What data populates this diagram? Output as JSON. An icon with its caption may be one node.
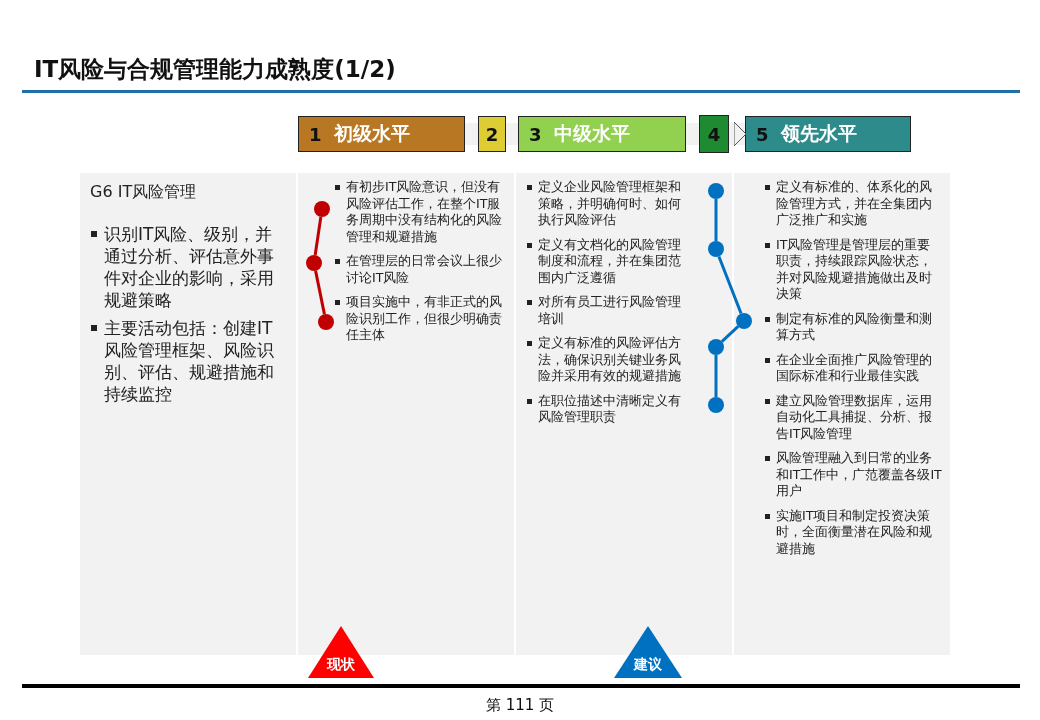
{
  "diagram": {
    "title": "IT风险与合规管理能力成熟度(1/2)",
    "nodes": [
      {
        "text": [
          "1",
          "初级水平"
        ]
      },
      {
        "text": [
          "2"
        ]
      },
      {
        "text": [
          "3",
          "中级水平"
        ]
      },
      {
        "text": [
          "4"
        ]
      },
      {
        "text": [
          "5",
          "领先水平"
        ]
      },
      {
        "text": [
          "G6 IT风险管理",
          "识别IT风险、级别，并通过分析、评估意外事件对企业的影响，采用规避策略",
          "主要活动包括：创建IT风险管理框架、风险识别、评估、规避措施和持续监控"
        ]
      },
      {
        "text": [
          "有初步IT风险意识，但没有风险评估工作，在整个IT服务周期中没有结构化的风险管理和规避措施",
          "在管理层的日常会议上很少讨论IT风险",
          "项目实施中，有非正式的风险识别工作，但很少明确责任主体"
        ]
      },
      {
        "text": [
          "定义企业风险管理框架和策略，并明确何时、如何执行风险评估",
          "定义有文档化的风险管理制度和流程，并在集团范围内广泛遵循",
          "对所有员工进行风险管理培训",
          "定义有标准的风险评估方法，确保识别关键业务风险并采用有效的规避措施",
          "在职位描述中清晰定义有风险管理职责"
        ]
      },
      {
        "text": [
          "定义有标准的、体系化的风险管理方式，并在全集团内广泛推广和实施",
          "IT风险管理是管理层的重要职责，持续跟踪风险状态，并对风险规避措施做出及时决策",
          "制定有标准的风险衡量和测算方式",
          "在企业全面推广风险管理的国际标准和行业最佳实践",
          "建立风险管理数据库，运用自动化工具捕捉、分析、报告IT风险管理",
          "风险管理融入到日常的业务和IT工作中，广范覆盖各级IT用户",
          "实施IT项目和制定投资决策时，全面衡量潜在风险和规避措施"
        ]
      },
      {
        "text": [],
        "shape": "circle",
        "in": 6
      },
      {
        "text": [],
        "shape": "circle",
        "in": 6
      },
      {
        "text": [],
        "shape": "circle",
        "in": 6
      },
      {
        "text": [],
        "shape": "circle",
        "in": 7
      },
      {
        "text": [],
        "shape": "circle",
        "in": 7
      },
      {
        "text": [],
        "shape": "circle",
        "in": 8
      },
      {
        "text": [],
        "shape": "circle",
        "in": 7
      },
      {
        "text": [],
        "shape": "circle",
        "in": 7
      },
      {
        "text": [
          "现状"
        ]
      },
      {
        "text": [
          "建议"
        ]
      }
    ],
    "edges": [
      {
        "from": 0,
        "to": 1,
        "arrow": "none",
        "style": "thick"
      },
      {
        "from": 1,
        "to": 2,
        "arrow": "none",
        "style": "thick"
      },
      {
        "from": 2,
        "to": 3,
        "arrow": "none",
        "style": "thick"
      },
      {
        "from": 3,
        "to": 4,
        "arrow": "to",
        "style": "thick"
      },
      {
        "from": 9,
        "to": 10,
        "arrow": "none",
        "color": "#c00000"
      },
      {
        "from": 10,
        "to": 11,
        "arrow": "none",
        "color": "#c00000"
      },
      {
        "from": 12,
        "to": 13,
        "arrow": "none",
        "color": "#0070c0"
      },
      {
        "from": 13,
        "to": 14,
        "arrow": "none",
        "color": "#0070c0"
      },
      {
        "from": 14,
        "to": 15,
        "arrow": "none",
        "color": "#0070c0"
      },
      {
        "from": 15,
        "to": 16,
        "arrow": "none",
        "color": "#0070c0"
      }
    ],
    "labels": [
      "第 111 页"
    ]
  }
}
